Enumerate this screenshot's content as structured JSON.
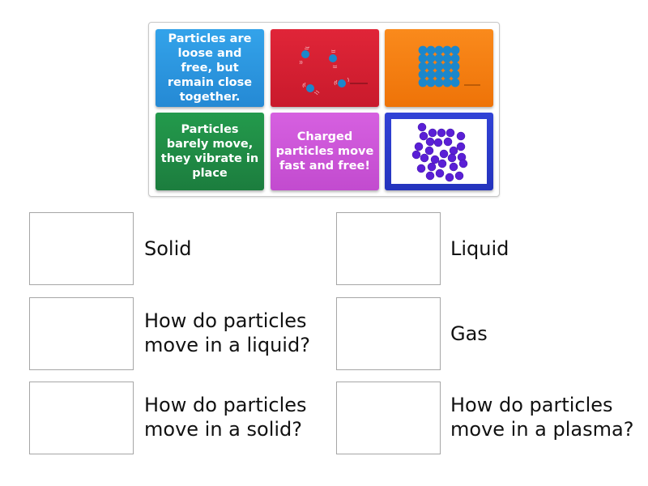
{
  "tray": {
    "tiles": [
      {
        "type": "text",
        "text": "Particles are loose and free, but remain close together.",
        "color": "#2b97e0"
      },
      {
        "type": "image",
        "image": "gas-particles-vibrating",
        "color": "#d81f32"
      },
      {
        "type": "image",
        "image": "solid-particle-grid",
        "color": "#f47b0e"
      },
      {
        "type": "text",
        "text": "Particles barely move, they vibrate in place",
        "color": "#208a45"
      },
      {
        "type": "text",
        "text": "Charged particles move fast and free!",
        "color": "#cc55d8"
      },
      {
        "type": "image",
        "image": "liquid-particle-cluster",
        "color": "#2a39c9"
      }
    ]
  },
  "targets": {
    "left": [
      {
        "label": "Solid"
      },
      {
        "label": "How do particles move in a liquid?"
      },
      {
        "label": "How do particles move in a solid?"
      }
    ],
    "right": [
      {
        "label": "Liquid"
      },
      {
        "label": "Gas"
      },
      {
        "label": "How do particles move in a plasma?"
      }
    ]
  },
  "colors": {
    "particle_blue": "#1b87cc",
    "particle_purple": "#5a1fd6",
    "drop_border": "#a6a6a6"
  }
}
